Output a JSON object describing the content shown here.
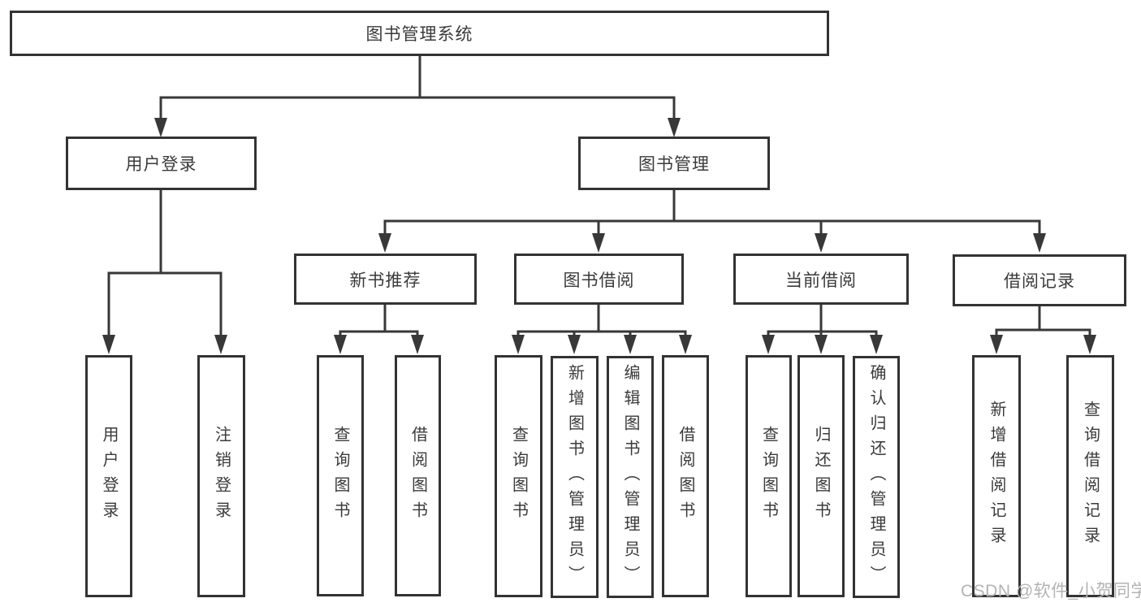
{
  "tree": {
    "label": "图书管理系统",
    "children": [
      {
        "label": "用户登录",
        "children": [
          {
            "label": "用户登录"
          },
          {
            "label": "注销登录"
          }
        ]
      },
      {
        "label": "图书管理",
        "children": [
          {
            "label": "新书推荐",
            "children": [
              {
                "label": "查询图书"
              },
              {
                "label": "借阅图书"
              }
            ]
          },
          {
            "label": "图书借阅",
            "children": [
              {
                "label": "查询图书"
              },
              {
                "label": "新增图书（管理员）"
              },
              {
                "label": "编辑图书（管理员）"
              },
              {
                "label": "借阅图书"
              }
            ]
          },
          {
            "label": "当前借阅",
            "children": [
              {
                "label": "查询图书"
              },
              {
                "label": "归还图书"
              },
              {
                "label": "确认归还（管理员）"
              }
            ]
          },
          {
            "label": "借阅记录",
            "children": [
              {
                "label": "新增借阅记录"
              },
              {
                "label": "查询借阅记录"
              }
            ]
          }
        ]
      }
    ]
  },
  "watermark": {
    "text": "CSDN @软件_小贺同学"
  },
  "colors": {
    "line": "#383838",
    "box_border": "#333333",
    "box_background": "#ffffff",
    "text": "#3a3a3a",
    "watermark": "#b3b3b3"
  }
}
